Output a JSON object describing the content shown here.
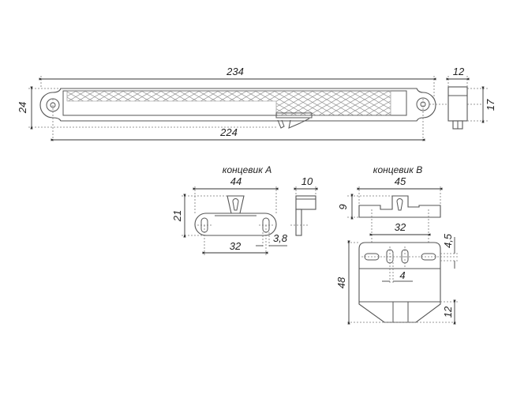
{
  "main_view": {
    "length_overall": "234",
    "hole_spacing": "224",
    "height": "24"
  },
  "side_view": {
    "width": "12",
    "height": "17"
  },
  "end_piece_a": {
    "title": "концевик A",
    "length": "44",
    "height": "21",
    "hole_spacing": "32",
    "slot_width": "3,8",
    "side_width": "10"
  },
  "end_piece_b": {
    "title": "концевик B",
    "length": "45",
    "height_top": "9",
    "hole_spacing": "32",
    "slot_offset": "4,5",
    "slot_width": "4",
    "height": "48",
    "base_height": "12"
  }
}
